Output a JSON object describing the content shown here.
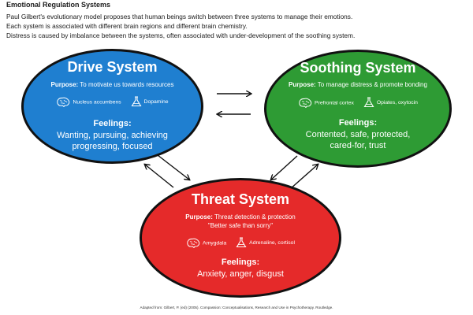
{
  "header": {
    "title": "Emotional Regulation Systems",
    "lines": [
      "Paul Gilbert's evolutionary model proposes that human beings switch between three systems to manage their emotions.",
      "Each system is associated with different brain regions and different brain chemistry.",
      "Distress is caused by imbalance between the systems, often associated with under-development of the soothing system."
    ]
  },
  "systems": {
    "drive": {
      "name": "Drive System",
      "color": "#1f7fd0",
      "purpose_label": "Purpose:",
      "purpose": "To motivate us towards resources",
      "brain_region": "Nucleus accumbens",
      "chemistry": "Dopamine",
      "feelings_label": "Feelings:",
      "feelings_lines": [
        "Wanting, pursuing, achieving",
        "progressing, focused"
      ],
      "icons": {
        "brain": "brain-icon",
        "chemistry": "flask-icon"
      }
    },
    "soothing": {
      "name": "Soothing System",
      "color": "#2e9b34",
      "purpose_label": "Purpose:",
      "purpose": "To manage distress & promote bonding",
      "brain_region": "Prefrontal cortex",
      "chemistry": "Opiates, oxytocin",
      "feelings_label": "Feelings:",
      "feelings_lines": [
        "Contented, safe, protected,",
        "cared-for, trust"
      ],
      "icons": {
        "brain": "brain-icon",
        "chemistry": "flask-icon"
      }
    },
    "threat": {
      "name": "Threat System",
      "color": "#e52a2a",
      "purpose_label": "Purpose:",
      "purpose": "Threat detection & protection",
      "purpose_sub": "\"Better safe than sorry\"",
      "brain_region": "Amygdala",
      "chemistry": "Adrenaline, cortisol",
      "feelings_label": "Feelings:",
      "feelings_lines": [
        "Anxiety, anger, disgust"
      ],
      "icons": {
        "brain": "brain-icon",
        "chemistry": "flask-icon"
      }
    }
  },
  "footer": "Adapted from: Gilbert, P. (ed) (2005). Compassion: Conceptualisations, Research and Use in Psychotherapy. Routledge."
}
